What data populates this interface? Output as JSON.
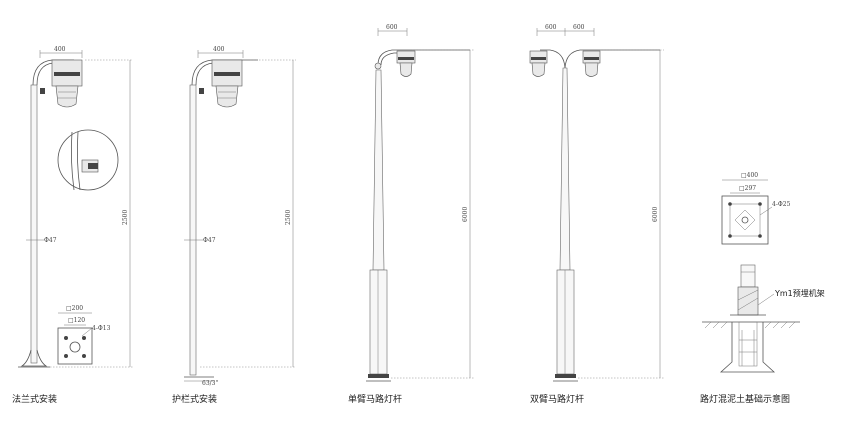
{
  "diagrams": {
    "flange": {
      "caption": "法兰式安装",
      "arm_width": "400",
      "height": "2500",
      "pole_diameter": "Φ47",
      "plate_outer": "□200",
      "plate_inner": "□120",
      "bolt_holes": "4-Φ13"
    },
    "guardrail": {
      "caption": "护栏式安装",
      "arm_width": "400",
      "height": "2500",
      "pole_diameter": "Φ47",
      "base_pipe": "63/3\""
    },
    "single_arm": {
      "caption": "单臂马路灯杆",
      "arm_width": "600",
      "height": "6000"
    },
    "double_arm": {
      "caption": "双臂马路灯杆",
      "arm_width_left": "600",
      "arm_width_right": "600",
      "height": "6000"
    },
    "foundation": {
      "caption": "路灯混泥土基础示意图",
      "plate_outer": "□400",
      "plate_inner": "□297",
      "bolt_holes": "4-Φ25",
      "anchor_label": "Ym1预埋机架"
    }
  }
}
